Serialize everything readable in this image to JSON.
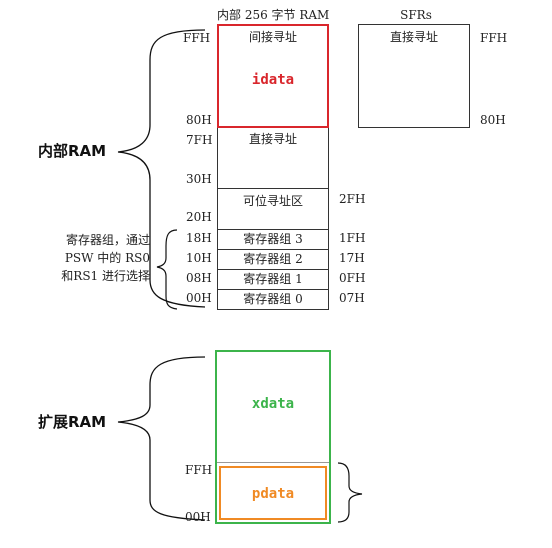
{
  "internal": {
    "title": "内部 256 字节 RAM",
    "side_label": "内部RAM",
    "idata_block": {
      "top_label": "间接寻址",
      "name": "idata"
    },
    "direct_block": {
      "label": "直接寻址"
    },
    "bit_area": {
      "label": "可位寻址区"
    },
    "register_groups": [
      {
        "label": "寄存器组 3",
        "low": "18H",
        "high": "1FH"
      },
      {
        "label": "寄存器组 2",
        "low": "10H",
        "high": "17H"
      },
      {
        "label": "寄存器组 1",
        "low": "08H",
        "high": "0FH"
      },
      {
        "label": "寄存器组 0",
        "low": "00H",
        "high": "07H"
      }
    ],
    "addresses": {
      "ffh": "FFH",
      "80h": "80H",
      "7fh": "7FH",
      "30h": "30H",
      "20h": "20H",
      "2fh": "2FH"
    },
    "note_lines": [
      "寄存器组，通过",
      "PSW 中的 RS0",
      "和RS1 进行选择"
    ]
  },
  "sfr": {
    "title": "SFRs",
    "label": "直接寻址",
    "ffh": "FFH",
    "80h": "80H"
  },
  "external": {
    "side_label": "扩展RAM",
    "xdata": "xdata",
    "pdata": "pdata",
    "ffh": "FFH",
    "00h": "00H"
  },
  "colors": {
    "idata": "#d9262c",
    "xdata": "#3cb44b",
    "pdata": "#f08a24"
  }
}
